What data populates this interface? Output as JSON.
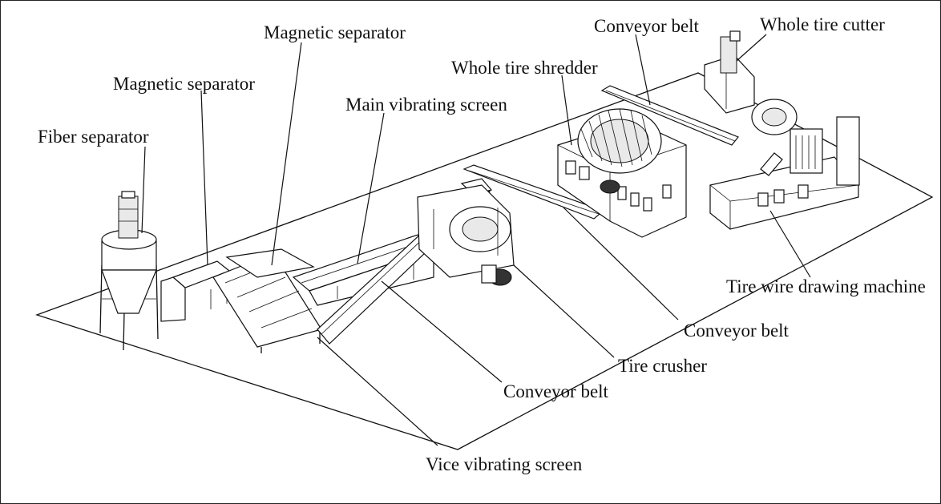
{
  "labels": {
    "fiber_separator": "Fiber separator",
    "magnetic_separator_1": "Magnetic separator",
    "magnetic_separator_2": "Magnetic separator",
    "main_vibrating_screen": "Main vibrating screen",
    "whole_tire_shredder": "Whole tire shredder",
    "conveyor_belt_top": "Conveyor belt",
    "whole_tire_cutter": "Whole tire cutter",
    "tire_wire_drawing_machine": "Tire wire drawing machine",
    "conveyor_belt_right": "Conveyor belt",
    "tire_crusher": "Tire crusher",
    "conveyor_belt_bottom": "Conveyor belt",
    "vice_vibrating_screen": "Vice vibrating screen"
  }
}
